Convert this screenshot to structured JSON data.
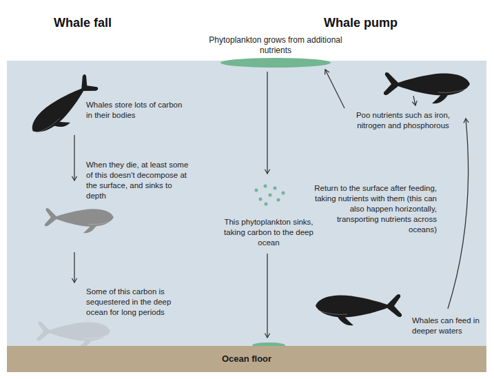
{
  "diagram": {
    "nodes": [
      {
        "text": [
          "Phytoplankton grows from additional nutrients"
        ]
      },
      {
        "text": [
          "Ocean floor"
        ]
      }
    ],
    "labels": [
      "Whale fall",
      "Whale pump",
      "Whales store lots of carbon in their bodies",
      "When they die, at least some of this doesn't decompose at the surface, and sinks to depth",
      "Some of this carbon is sequestered in the deep ocean for long periods",
      "This phytoplankton sinks, taking carbon to the deep ocean",
      "Poo nutrients such as iron, nitrogen and phosphorous",
      "Return to the surface after feeding, taking nutrients with them (this can also happen horizontally, transporting nutrients across oceans)",
      "Whales can feed in deeper waters"
    ]
  }
}
